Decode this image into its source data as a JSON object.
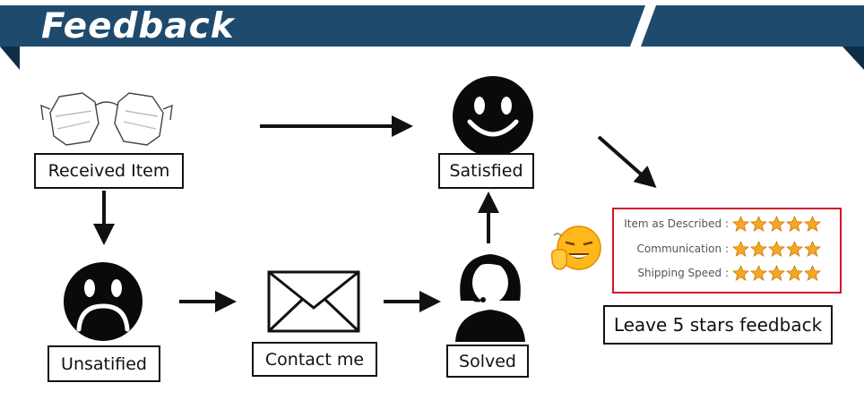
{
  "header": {
    "title": "Feedback",
    "color": "#1e4a6e"
  },
  "flow": {
    "received_item": "Received Item",
    "satisfied": "Satisfied",
    "unsatisfied": "Unsatified",
    "contact_me": "Contact me",
    "solved": "Solved"
  },
  "rating_card": {
    "border_color": "#d3142a",
    "rows": [
      {
        "label": "Item as Described :",
        "stars": 5
      },
      {
        "label": "Communication :",
        "stars": 5
      },
      {
        "label": "Shipping Speed :",
        "stars": 5
      }
    ]
  },
  "cta": {
    "label": "Leave 5 stars feedback"
  },
  "icons": {
    "glasses": "glasses-icon",
    "happy": "happy-face-icon",
    "sad": "sad-face-icon",
    "envelope": "envelope-icon",
    "agent": "support-agent-icon",
    "emoji": "thumbs-up-emoji-icon",
    "star": "star-icon"
  }
}
